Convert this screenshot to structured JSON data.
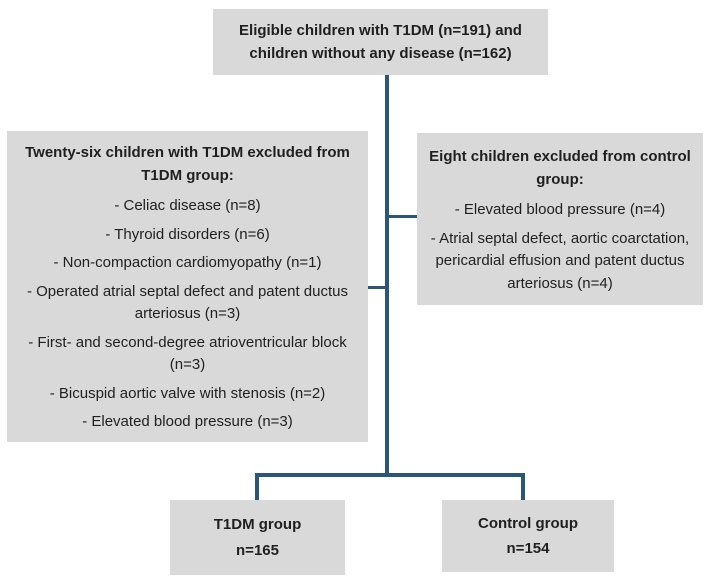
{
  "colors": {
    "box_bg": "#d9d9d9",
    "line": "#2b5676",
    "text": "#1f1f1f"
  },
  "top_box": {
    "text": "Eligible children with T1DM (n=191) and children without any disease (n=162)"
  },
  "left_box": {
    "header": "Twenty-six children with T1DM excluded from T1DM group:",
    "items": [
      "- Celiac disease (n=8)",
      "- Thyroid disorders (n=6)",
      "- Non-compaction cardiomyopathy (n=1)",
      "- Operated atrial septal defect and patent ductus arteriosus (n=3)",
      "- First- and second-degree atrioventricular block (n=3)",
      "- Bicuspid aortic valve with stenosis (n=2)",
      "- Elevated blood pressure (n=3)"
    ]
  },
  "right_box": {
    "header": "Eight children excluded from control group:",
    "items": [
      "- Elevated blood pressure (n=4)",
      "- Atrial septal defect, aortic coarctation, pericardial effusion and patent ductus arteriosus (n=4)"
    ]
  },
  "t1dm_box": {
    "label": "T1DM group",
    "n": "n=165"
  },
  "control_box": {
    "label": "Control group",
    "n": "n=154"
  }
}
